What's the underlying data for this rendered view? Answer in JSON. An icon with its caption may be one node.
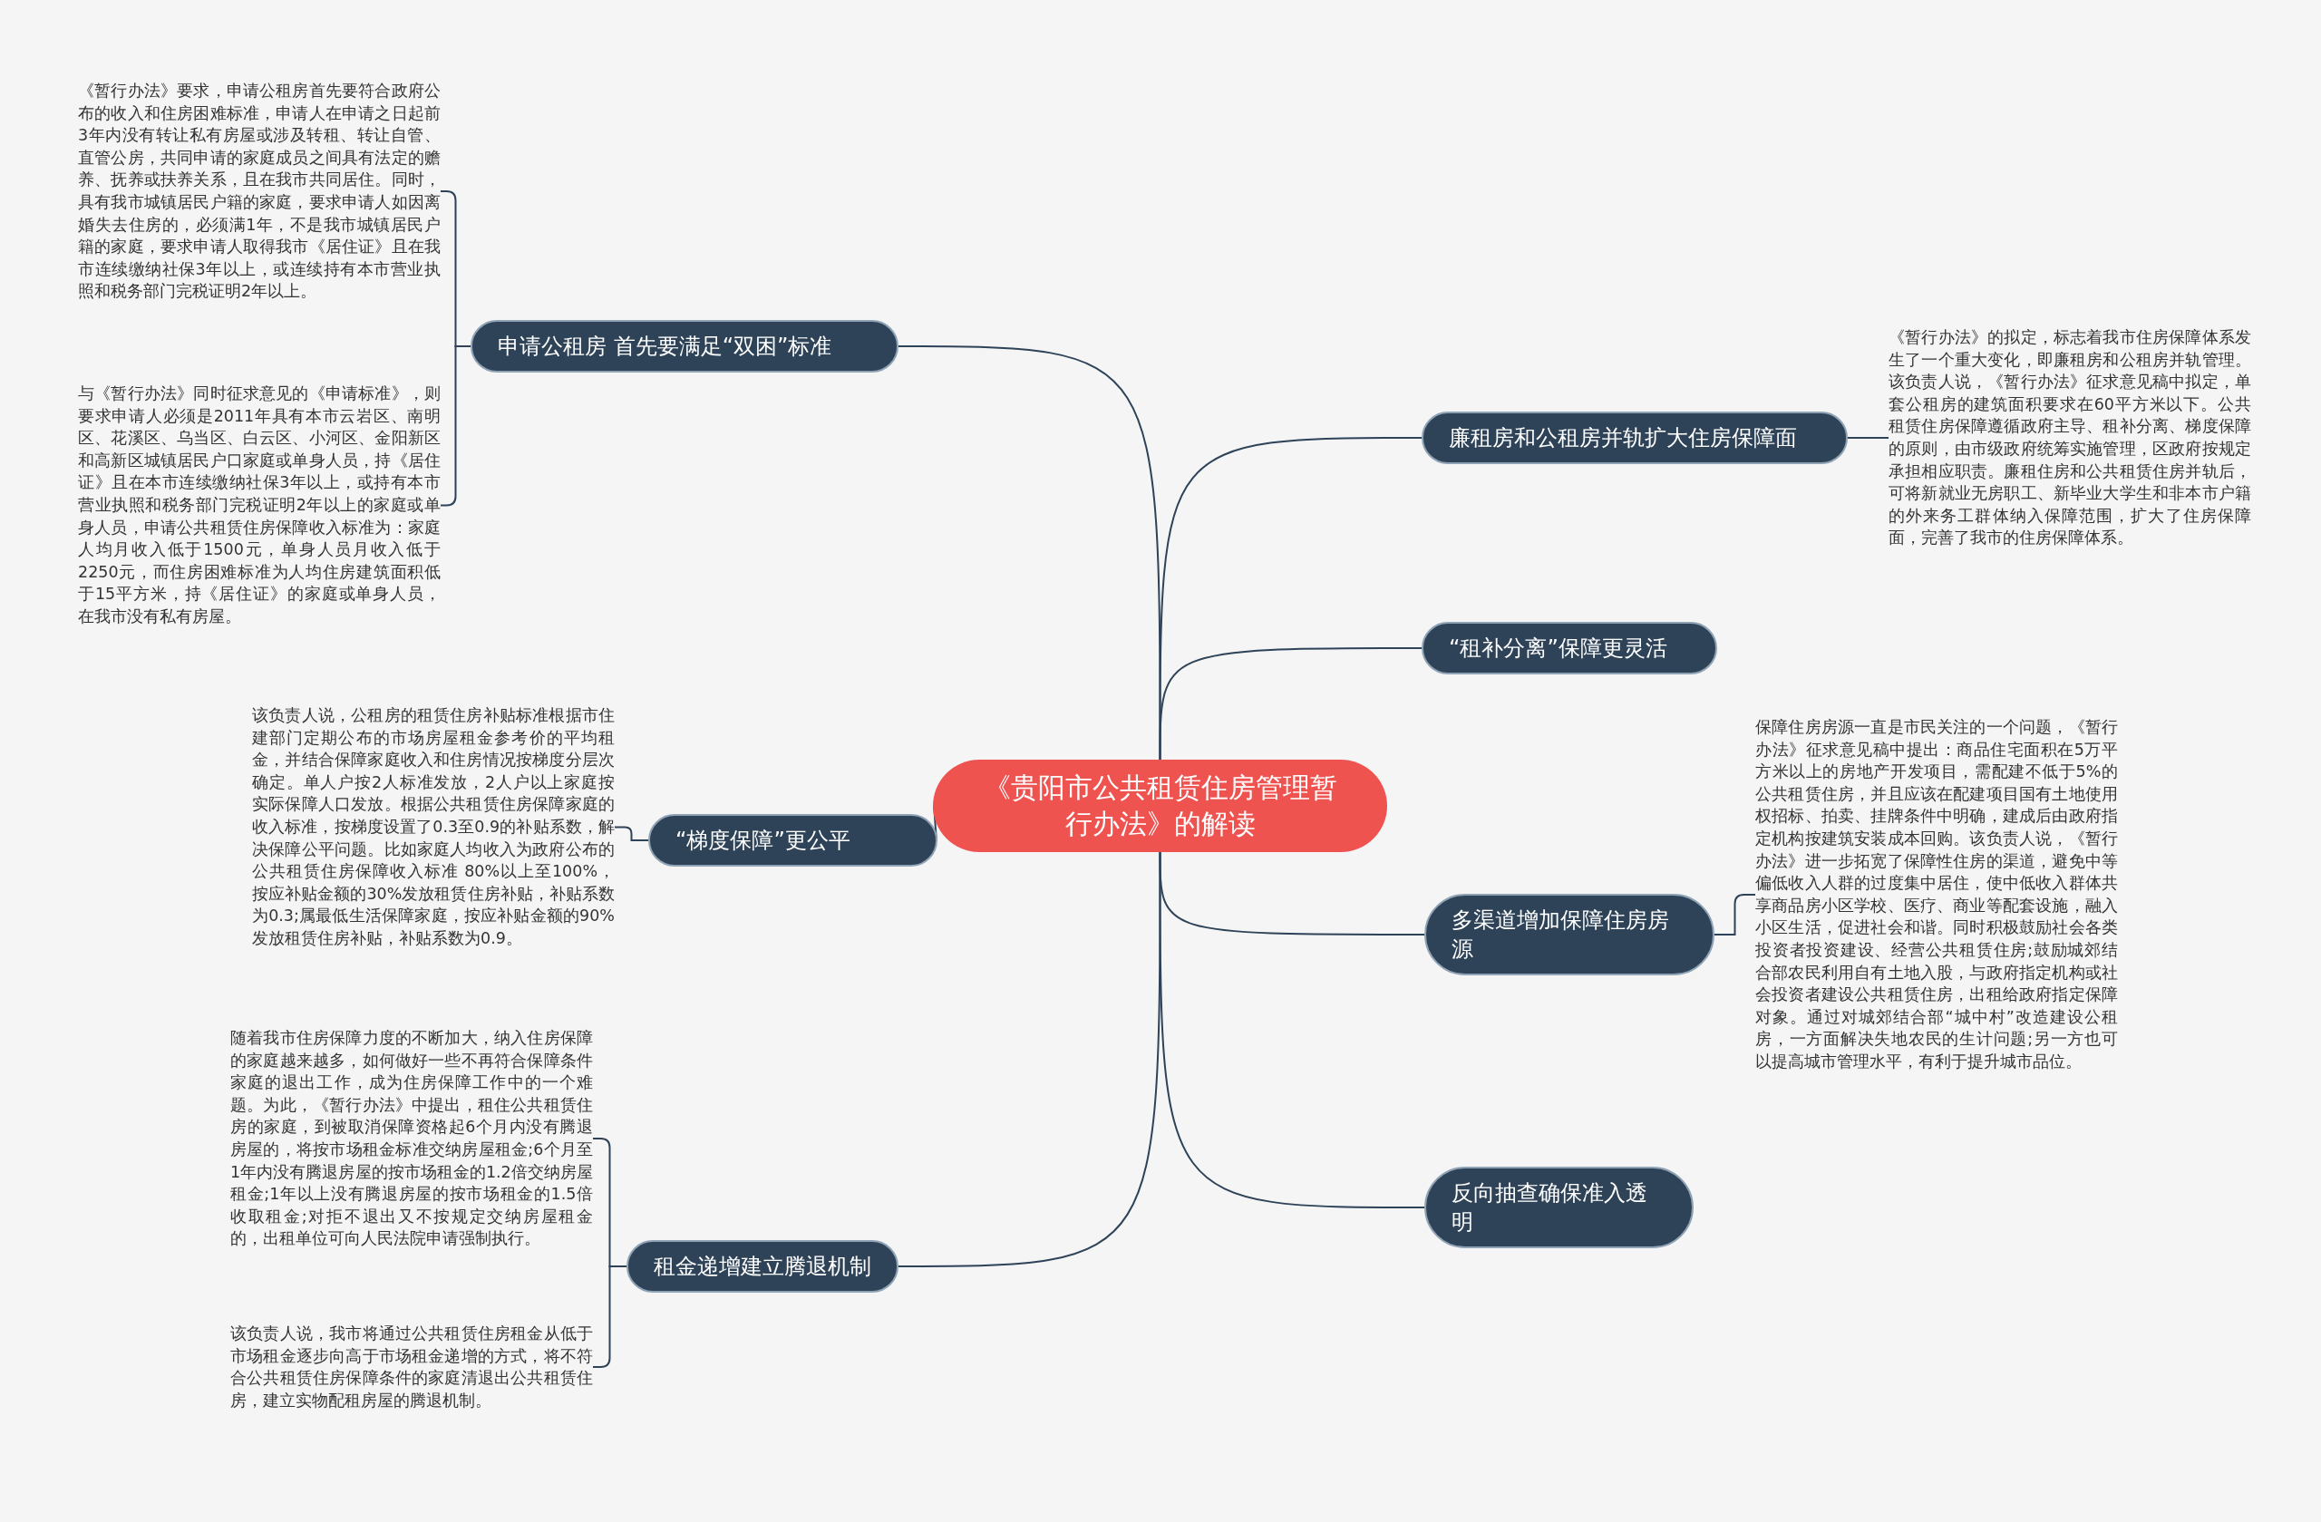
{
  "diagram": {
    "nodes": [
      {
        "text": [
          "《贵阳市公共租赁住房管理暂行办法》的解读"
        ]
      },
      {
        "text": [
          "申请公租房 首先要满足“双困”标准"
        ]
      },
      {
        "text": [
          "《暂行办法》要求，申请公租房首先要符合政府公布的收入和住房困难标准，申请人在申请之日起前3年内没有转让私有房屋或涉及转租、转让自管、直管公房，共同申请的家庭成员之间具有法定的赡养、抚养或扶养关系，且在我市共同居住。同时，具有我市城镇居民户籍的家庭，要求申请人如因离婚失去住房的，必须满1年，不是我市城镇居民户籍的家庭，要求申请人取得我市《居住证》且在我市连续缴纳社保3年以上，或连续持有本市营业执照和税务部门完税证明2年以上。"
        ]
      },
      {
        "text": [
          "与《暂行办法》同时征求意见的《申请标准》，则要求申请人必须是2011年具有本市云岩区、南明区、花溪区、乌当区、白云区、小河区、金阳新区和高新区城镇居民户口家庭或单身人员，持《居住证》且在本市连续缴纳社保3年以上，或持有本市营业执照和税务部门完税证明2年以上的家庭或单身人员，申请公共租赁住房保障收入标准为：家庭人均月收入低于1500元，单身人员月收入低于2250元，而住房困难标准为人均住房建筑面积低于15平方米，持《居住证》的家庭或单身人员，在我市没有私有房屋。"
        ]
      },
      {
        "text": [
          "“梯度保障”更公平"
        ]
      },
      {
        "text": [
          "该负责人说，公租房的租赁住房补贴标准根据市住建部门定期公布的市场房屋租金参考价的平均租金，并结合保障家庭收入和住房情况按梯度分层次确定。单人户按2人标准发放，2人户以上家庭按实际保障人口发放。根据公共租赁住房保障家庭的收入标准，按梯度设置了0.3至0.9的补贴系数，解决保障公平问题。比如家庭人均收入为政府公布的公共租赁住房保障收入标准  80%以上至100%，按应补贴金额的30%发放租赁住房补贴，补贴系数为0.3;属最低生活保障家庭，按应补贴金额的90%发放租赁住房补贴，补贴系数为0.9。"
        ]
      },
      {
        "text": [
          "租金递增建立腾退机制"
        ]
      },
      {
        "text": [
          "随着我市住房保障力度的不断加大，纳入住房保障的家庭越来越多，如何做好一些不再符合保障条件家庭的退出工作，成为住房保障工作中的一个难题。为此，《暂行办法》中提出，租住公共租赁住房的家庭，到被取消保障资格起6个月内没有腾退房屋的，将按市场租金标准交纳房屋租金;6个月至1年内没有腾退房屋的按市场租金的1.2倍交纳房屋租金;1年以上没有腾退房屋的按市场租金的1.5倍收取租金;对拒不退出又不按规定交纳房屋租金的，出租单位可向人民法院申请强制执行。"
        ]
      },
      {
        "text": [
          "该负责人说，我市将通过公共租赁住房租金从低于市场租金逐步向高于市场租金递增的方式，将不符合公共租赁住房保障条件的家庭清退出公共租赁住房，建立实物配租房屋的腾退机制。"
        ]
      },
      {
        "text": [
          "廉租房和公租房并轨扩大住房保障面"
        ]
      },
      {
        "text": [
          "《暂行办法》的拟定，标志着我市住房保障体系发生了一个重大变化，即廉租房和公租房并轨管理。该负责人说，《暂行办法》征求意见稿中拟定，单套公租房的建筑面积要求在60平方米以下。公共租赁住房保障遵循政府主导、租补分离、梯度保障的原则，由市级政府统筹实施管理，区政府按规定承担相应职责。廉租住房和公共租赁住房并轨后，可将新就业无房职工、新毕业大学生和非本市户籍的外来务工群体纳入保障范围，扩大了住房保障面，完善了我市的住房保障体系。"
        ]
      },
      {
        "text": [
          "“租补分离”保障更灵活"
        ]
      },
      {
        "text": [
          "多渠道增加保障住房房源"
        ]
      },
      {
        "text": [
          "保障住房房源一直是市民关注的一个问题，《暂行办法》征求意见稿中提出：商品住宅面积在5万平方米以上的房地产开发项目，需配建不低于5%的公共租赁住房，并且应该在配建项目国有土地使用权招标、拍卖、挂牌条件中明确，建成后由政府指定机构按建筑安装成本回购。该负责人说，《暂行办法》进一步拓宽了保障性住房的渠道，避免中等偏低收入人群的过度集中居住，使中低收入群体共享商品房小区学校、医疗、商业等配套设施，融入小区生活，促进社会和谐。同时积极鼓励社会各类投资者投资建设、经营公共租赁住房;鼓励城郊结合部农民利用自有土地入股，与政府指定机构或社会投资者建设公共租赁住房，出租给政府指定保障对象。通过对城郊结合部“城中村”改造建设公租房，一方面解决失地农民的生计问题;另一方也可以提高城市管理水平，有利于提升城市品位。"
        ]
      },
      {
        "text": [
          "反向抽查确保准入透明"
        ]
      }
    ],
    "edges": [
      {
        "from": 0,
        "to": 1,
        "arrow": "none"
      },
      {
        "from": 1,
        "to": 2,
        "arrow": "none"
      },
      {
        "from": 1,
        "to": 3,
        "arrow": "none"
      },
      {
        "from": 0,
        "to": 4,
        "arrow": "none"
      },
      {
        "from": 4,
        "to": 5,
        "arrow": "none"
      },
      {
        "from": 0,
        "to": 6,
        "arrow": "none"
      },
      {
        "from": 6,
        "to": 7,
        "arrow": "none"
      },
      {
        "from": 6,
        "to": 8,
        "arrow": "none"
      },
      {
        "from": 0,
        "to": 9,
        "arrow": "none"
      },
      {
        "from": 9,
        "to": 10,
        "arrow": "none"
      },
      {
        "from": 0,
        "to": 11,
        "arrow": "none"
      },
      {
        "from": 0,
        "to": 12,
        "arrow": "none"
      },
      {
        "from": 12,
        "to": 13,
        "arrow": "none"
      },
      {
        "from": 0,
        "to": 14,
        "arrow": "none"
      }
    ]
  }
}
